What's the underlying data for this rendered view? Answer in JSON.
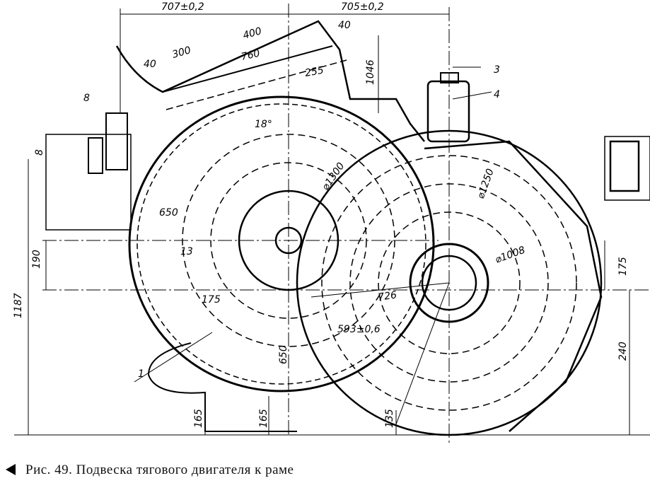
{
  "caption": {
    "text": "Рис. 49. Подвеска тягового двигателя к раме"
  },
  "dimensions": {
    "top_left": "707±0,2",
    "top_right": "705±0,2",
    "d400": "400",
    "d40_top": "40",
    "d300": "300",
    "d40_left": "40",
    "d760": "760",
    "d255": "255",
    "d1046": "1046",
    "angle18": "18°",
    "d8_horizontal": "8",
    "d1187": "1187",
    "d190": "190",
    "d650_left": "650",
    "d13": "13",
    "d175_left": "175",
    "dia1300": "⌀1300",
    "dia1250": "⌀1250",
    "dia1008": "⌀1008",
    "d726": "726",
    "d593": "593±0,6",
    "d650_vertical": "650",
    "d165_a": "165",
    "d165_b": "165",
    "d135": "135",
    "d240": "240",
    "d175_right": "175"
  },
  "callouts": {
    "c1": "1",
    "c3": "3",
    "c4": "4",
    "c8": "8"
  }
}
